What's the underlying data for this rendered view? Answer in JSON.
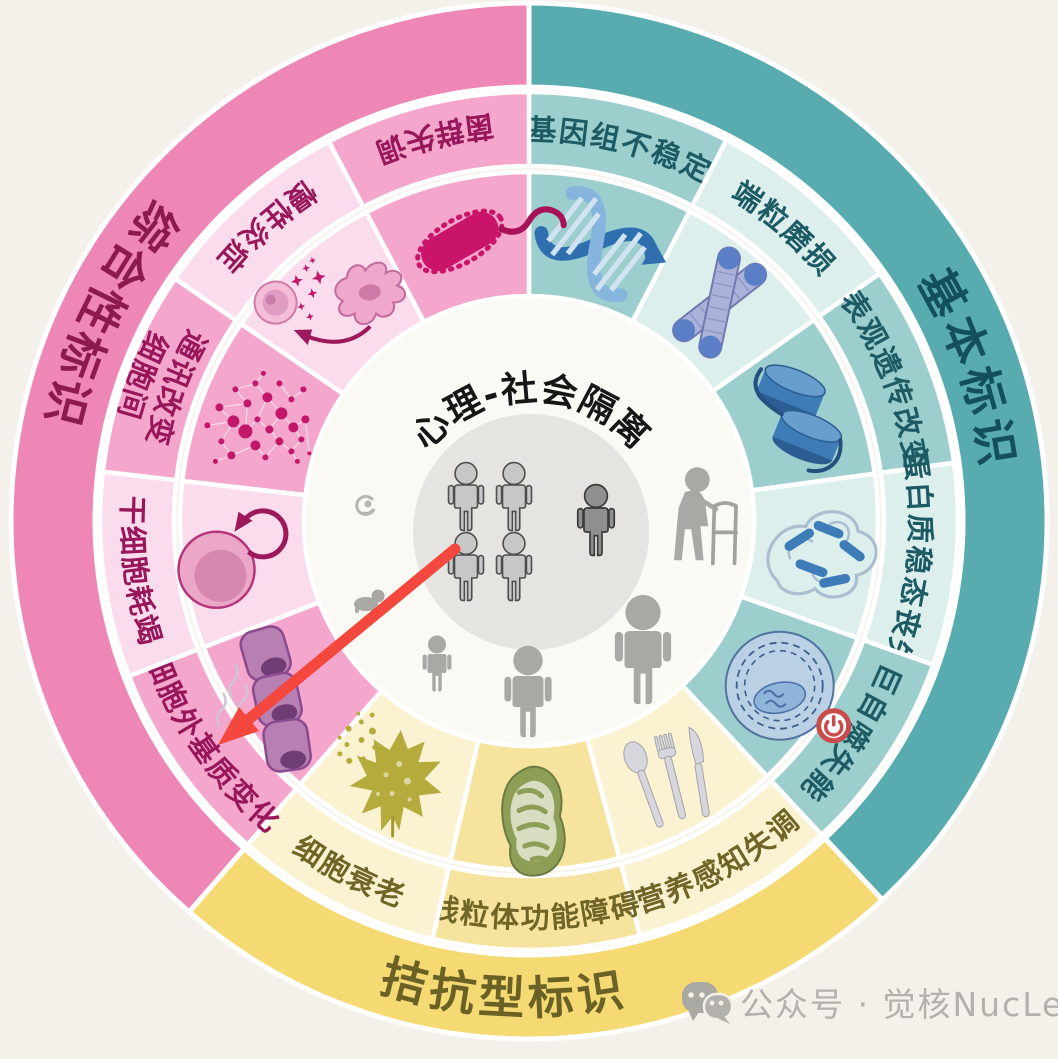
{
  "palette": {
    "background": "#f4f1ea",
    "center_disc": "#faf9f3",
    "isolation_circle": "#e6e4e1",
    "pink_ring": "#ee86b6",
    "pink_medium": "#f4a6cd",
    "pink_light": "#fbdcec",
    "pink_text": "#97175a",
    "pink_ring_text": "#8c1a4e",
    "teal_ring": "#58acb0",
    "teal_medium": "#9bcecd",
    "teal_light": "#dcefed",
    "teal_text": "#1c5a64",
    "teal_ring_text": "#14505c",
    "yellow_ring": "#f5da74",
    "yellow_medium": "#f6e39e",
    "yellow_light": "#fbf2d1",
    "yellow_text": "#6f6526",
    "yellow_ring_text": "#6a6125",
    "arrow_red": "#f4473e",
    "watermark_gray": "#b3b1ac",
    "title_black": "#161616"
  },
  "wheel": {
    "rings": [
      {
        "name": "primary-hallmarks",
        "label": "基本标识",
        "group": "teal",
        "start": 0,
        "end": 137,
        "label_angle": 71,
        "dir": "cw"
      },
      {
        "name": "antagonistic-hallmarks",
        "label": "拮抗型标识",
        "group": "yellow",
        "start": 137,
        "end": 221,
        "label_angle": 183,
        "dir": "ccw"
      },
      {
        "name": "integrative-hallmarks",
        "label": "综合性标识",
        "group": "pink",
        "start": 221,
        "end": 360,
        "label_angle": 296,
        "dir": "ccw"
      }
    ],
    "segments": [
      {
        "name": "genomic-instability",
        "label": "基因组不稳定",
        "icon": "dna-icon",
        "group": "teal",
        "shade": "medium",
        "start": 0,
        "end": 27.4,
        "dir": "cw"
      },
      {
        "name": "telomere-attrition",
        "label": "端粒磨损",
        "icon": "chromosome-icon",
        "group": "teal",
        "shade": "light",
        "start": 27.4,
        "end": 54.8,
        "dir": "cw"
      },
      {
        "name": "epigenetic-alterations",
        "label": "表观遗传改变",
        "icon": "nucleosome-icon",
        "group": "teal",
        "shade": "medium",
        "start": 54.8,
        "end": 82.2,
        "dir": "cw"
      },
      {
        "name": "loss-of-proteostasis",
        "label": "蛋白质稳态丧失",
        "icon": "misfolded-protein-icon",
        "group": "teal",
        "shade": "light",
        "start": 82.2,
        "end": 109.6,
        "dir": "cw"
      },
      {
        "name": "disabled-macroautophagy",
        "label": "巨自噬失能",
        "icon": "autophagosome-icon",
        "group": "teal",
        "shade": "medium",
        "start": 109.6,
        "end": 137,
        "dir": "cw"
      },
      {
        "name": "deregulated-nutrient-sensing",
        "label": "营养感知失调",
        "icon": "cutlery-icon",
        "group": "yellow",
        "shade": "light",
        "start": 137,
        "end": 165,
        "dir": "ccw"
      },
      {
        "name": "mitochondrial-dysfunction",
        "label": "线粒体功能障碍",
        "icon": "mitochondrion-icon",
        "group": "yellow",
        "shade": "medium",
        "start": 165,
        "end": 193,
        "dir": "ccw"
      },
      {
        "name": "cellular-senescence",
        "label": "细胞衰老",
        "icon": "withered-leaf-icon",
        "group": "yellow",
        "shade": "light",
        "start": 193,
        "end": 221,
        "dir": "ccw"
      },
      {
        "name": "extracellular-matrix-changes",
        "label": "细胞外基质变化",
        "icon": "epithelial-cells-icon",
        "group": "pink",
        "shade": "medium",
        "start": 221,
        "end": 248.8,
        "dir": "ccw"
      },
      {
        "name": "stem-cell-exhaustion",
        "label": "干细胞耗竭",
        "icon": "stem-cell-icon",
        "group": "pink",
        "shade": "light",
        "start": 248.8,
        "end": 276.6,
        "dir": "ccw"
      },
      {
        "name": "altered-intercellular-communication",
        "label": "细胞间",
        "label_line2": "通讯改变",
        "icon": "network-icon",
        "group": "pink",
        "shade": "medium",
        "start": 276.6,
        "end": 304.4,
        "dir": "ccw"
      },
      {
        "name": "chronic-inflammation",
        "label": "慢性炎症",
        "icon": "immune-cells-icon",
        "group": "pink",
        "shade": "light",
        "start": 304.4,
        "end": 332.2,
        "dir": "ccw"
      },
      {
        "name": "dysbiosis",
        "label": "菌群失调",
        "icon": "bacterium-icon",
        "group": "pink",
        "shade": "medium",
        "start": 332.2,
        "end": 360,
        "dir": "ccw"
      }
    ]
  },
  "center": {
    "title": "心理-社会隔离",
    "figures": [
      "fetus",
      "crawling-baby",
      "toddler",
      "adult-group-of-four",
      "isolated-adult",
      "elderly-with-walker",
      "adult-woman",
      "adult-man"
    ],
    "arrow": "red-arrow"
  },
  "watermark": {
    "icon": "wechat-icon",
    "text": "公众号 · 觉核NucLeap"
  }
}
